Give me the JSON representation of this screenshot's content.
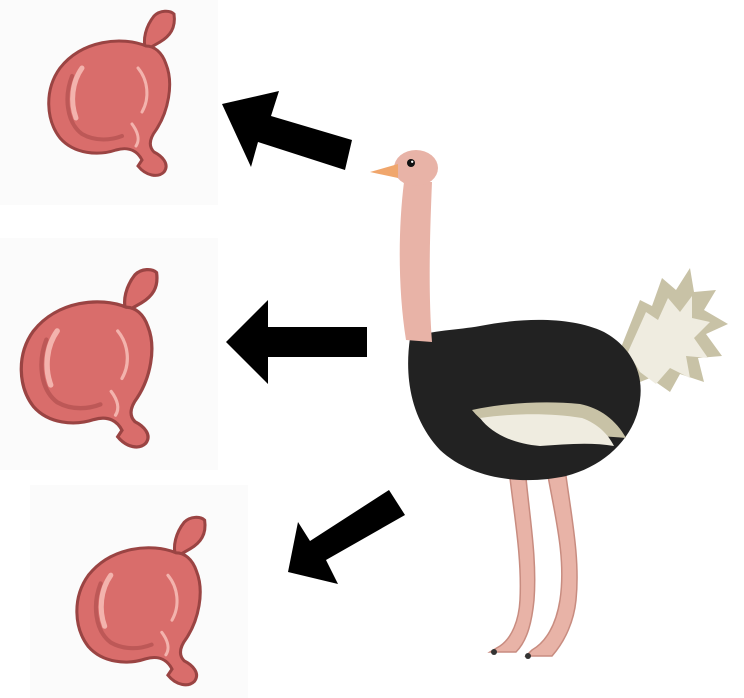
{
  "diagram": {
    "subject": "ostrich",
    "organ": "stomach",
    "organ_count": 3,
    "arrow_count": 3
  },
  "colors": {
    "stomach_fill": "#d96d6b",
    "stomach_dark": "#b0504f",
    "stomach_highlight": "#f3b3ad",
    "arrow": "#000000",
    "ostrich_body": "#222222",
    "ostrich_skin": "#e8b3a7",
    "ostrich_feather_light": "#efece0",
    "ostrich_feather_shade": "#c8c2a6",
    "beak": "#f0a66c"
  },
  "icons": [
    "stomach-icon",
    "arrow-icon",
    "ostrich-icon"
  ]
}
